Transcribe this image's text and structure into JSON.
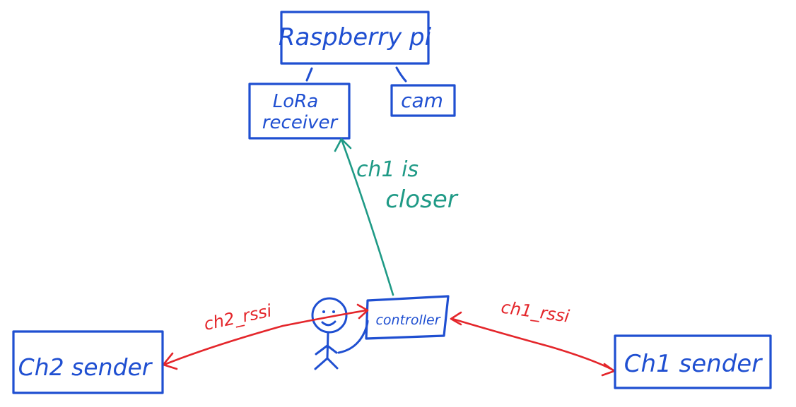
{
  "nodes": {
    "raspberry_pi": "Raspberry pi",
    "lora_receiver_line1": "LoRa",
    "lora_receiver_line2": "receiver",
    "cam": "cam",
    "controller": "controller",
    "ch2_sender": "Ch2 sender",
    "ch1_sender": "Ch1 sender"
  },
  "edges": {
    "ch2_rssi": "ch2_rssi",
    "ch1_rssi": "ch1_rssi",
    "closer_line1": "ch1 is",
    "closer_line2": "closer"
  },
  "colors": {
    "node_blue": "#1f4fd1",
    "signal_red": "#e4262b",
    "result_green": "#1f9a86"
  }
}
